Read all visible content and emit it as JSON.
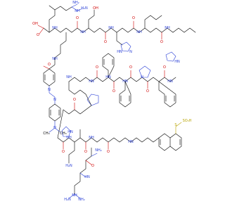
{
  "colors": {
    "background": "#ffffff",
    "carbon_bond": "#000000",
    "nitrogen": "#2a3fd6",
    "oxygen": "#d00000",
    "sulfur": "#b8a300"
  },
  "structure": {
    "kind": "peptide skeletal formula",
    "labels": {
      "nh2_1": "NH₂",
      "nh_1": "NH",
      "h2n_1": "H₂N",
      "oh_1": "OH",
      "o_1": "O",
      "h2n_2": "H₂N",
      "nh2_2": "NH",
      "o_2": "O",
      "nh_2": "NH",
      "o_3": "O",
      "oh_2": "OH",
      "nh_3": "NH",
      "o_4": "O",
      "nh_4": "NH",
      "o_5": "O",
      "nh_5": "NH",
      "o_6": "O",
      "nh_6": "NH",
      "nh_7": "N",
      "hn_1": "HN",
      "o_7": "O",
      "nh_8": "NH",
      "hn_2": "HN",
      "o_8": "O",
      "hn_3": "HN",
      "o_9": "O",
      "n_1": "N",
      "n_2": "N",
      "n_3": "N",
      "ch3_1": "CH₃",
      "ch3_2": "CH₃",
      "hn_4": "HN",
      "o_10": "O",
      "n_4": "N",
      "hn_5": "HN",
      "o_11": "O",
      "hn_6": "HN",
      "o_12": "O",
      "nh_9": "NH",
      "o_13": "O",
      "hn_7": "HN",
      "o_14": "O",
      "nh_10": "NH",
      "o_15": "O",
      "nh_11": "NH",
      "hn_8": "HN",
      "so3h": "SO₃H",
      "s_1": "S",
      "o_16": "O",
      "nh2_3": "NH₂",
      "hn_9": "HN",
      "h2n_3": "H₂N",
      "nh_12": "NH",
      "o_17": "O",
      "nh2_4": "NH₂",
      "h2n_4": "H₂N"
    }
  }
}
